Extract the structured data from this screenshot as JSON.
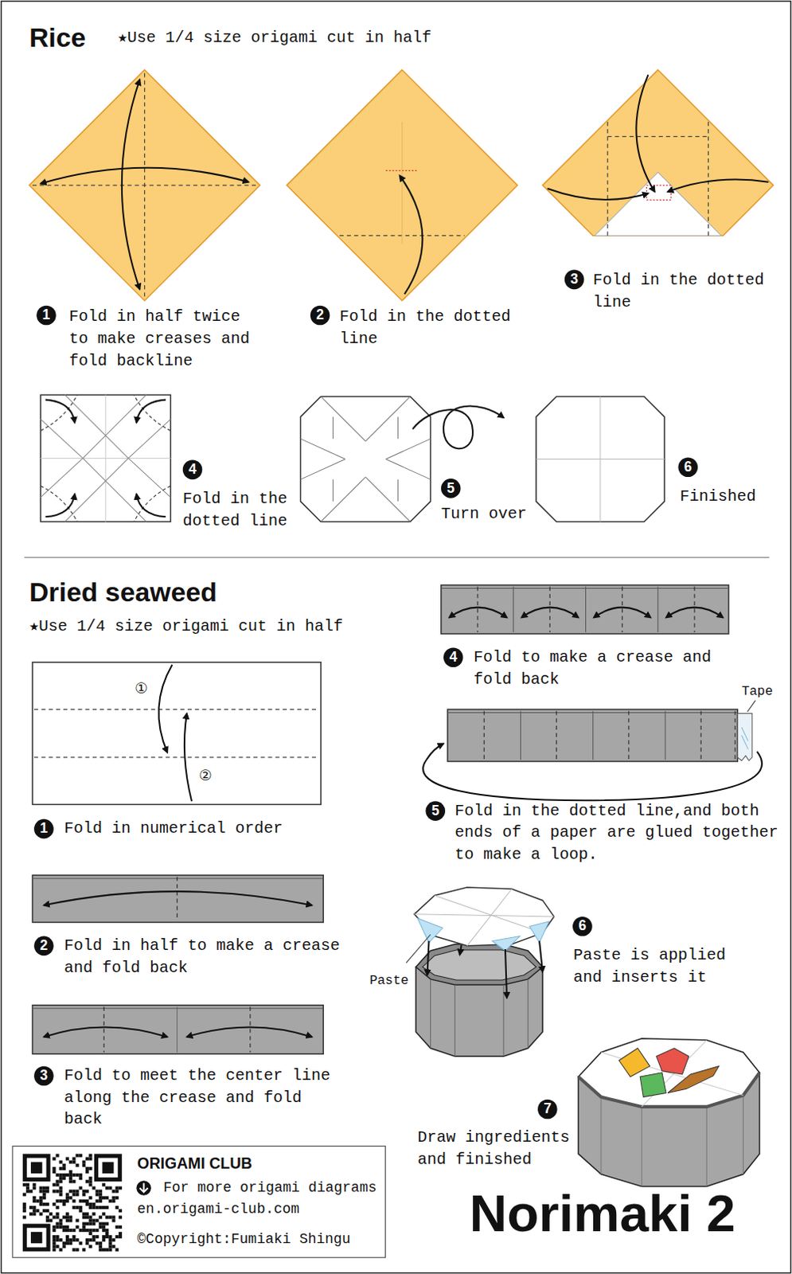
{
  "diagram": {
    "title": "Norimaki 2",
    "nodes": [
      {
        "text": [
          "ORIGAMI CLUB",
          "For more origami diagrams",
          "en.origami-club.com",
          "©Copyright:Fumiaki Shingu"
        ]
      }
    ],
    "labels": [
      "Rice",
      "★Use 1/4 size origami cut in half",
      "1",
      "Fold in half twice to make creases and fold backline",
      "2",
      "Fold in the dotted line",
      "3",
      "Fold in the dotted line",
      "4",
      "Fold in the dotted line",
      "5",
      "Turn over",
      "6",
      "Finished",
      "Dried seaweed",
      "★Use 1/4 size origami cut in half",
      "①",
      "②",
      "1",
      "Fold in numerical order",
      "2",
      "Fold in half to make a crease and fold back",
      "3",
      "Fold to meet the center line along the crease and fold back",
      "4",
      "Fold to make a crease and fold back",
      "Tape",
      "5",
      "Fold in the dotted line,and both ends of a paper are glued together to make a loop.",
      "Paste",
      "6",
      "Paste is applied and inserts it",
      "7",
      "Draw ingredients and finished"
    ]
  }
}
